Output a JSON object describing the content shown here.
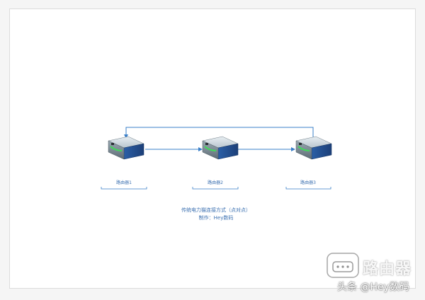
{
  "diagram": {
    "routers": [
      {
        "label": "路由器1"
      },
      {
        "label": "路由器2"
      },
      {
        "label": "路由器3"
      }
    ],
    "caption": {
      "line1": "传统电力猫连接方式（点对点）",
      "line2": "制作：Hey数码"
    },
    "colors": {
      "connector": "#3a7fc8",
      "label": "#3a6fb0"
    }
  },
  "watermark": {
    "brand": "路由器",
    "author": "头条 @Hey数码"
  }
}
